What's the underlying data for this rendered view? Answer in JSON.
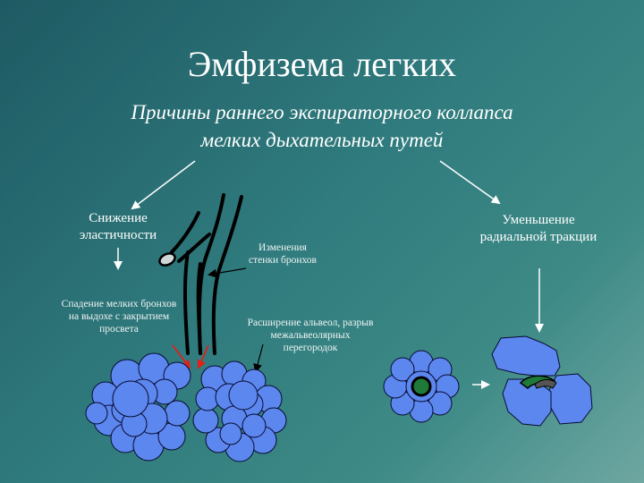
{
  "slide": {
    "title": "Эмфизема легких",
    "subtitle_line1": "Причины раннего экспираторного коллапса",
    "subtitle_line2": "мелких дыхательных путей"
  },
  "labels": {
    "elasticity": "Снижение эластичности",
    "wall_change": "Изменения стенки бронхов",
    "collapse": "Спадение мелких бронхов на выдохе с закрытием просвета",
    "expansion": "Расширение альвеол, разрыв межальвеолярных перегородок",
    "traction": "Уменьшение радиальной тракции"
  },
  "colors": {
    "alveolus_fill": "#5b87ef",
    "alveolus_stroke": "#0a0a30",
    "lumen_fill": "#1f7a3a",
    "arrow": "#ffffff",
    "red_arrow": "#e0201a"
  }
}
